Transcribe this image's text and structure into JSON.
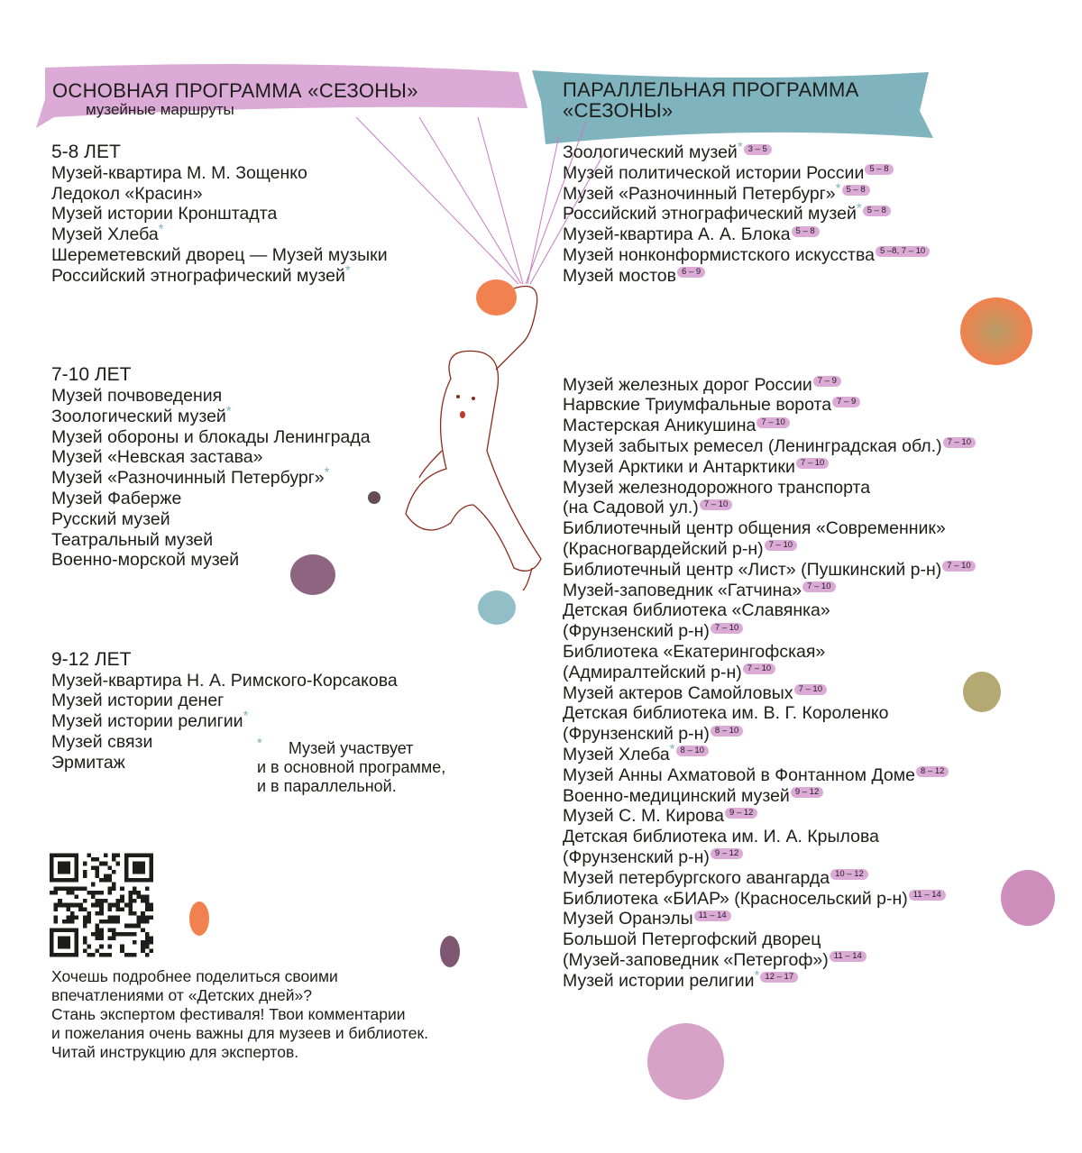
{
  "main_program": {
    "title": "ОСНОВНАЯ ПРОГРАММА «СЕЗОНЫ»",
    "subtitle": "музейные маршруты",
    "sections": [
      {
        "age": "5-8 ЛЕТ",
        "color": "#7fb3bd",
        "items": [
          {
            "name": "Музей-квартира М. М. Зощенко",
            "star": false
          },
          {
            "name": "Ледокол «Красин»",
            "star": false
          },
          {
            "name": "Музей истории Кронштадта",
            "star": false
          },
          {
            "name": "Музей Хлеба",
            "star": true
          },
          {
            "name": "Шереметевский дворец — Музей музыки",
            "star": false
          },
          {
            "name": "Российский этнографический музей",
            "star": true
          }
        ]
      },
      {
        "age": "7-10 ЛЕТ",
        "color": "#ee6b2f",
        "items": [
          {
            "name": "Музей почвоведения",
            "star": false
          },
          {
            "name": "Зоологический музей",
            "star": true
          },
          {
            "name": "Музей обороны и блокады Ленинграда",
            "star": false
          },
          {
            "name": "Музей «Невская застава»",
            "star": false
          },
          {
            "name": "Музей «Разночинный Петербург»",
            "star": true
          },
          {
            "name": "Музей Фаберже",
            "star": false
          },
          {
            "name": "Русский музей",
            "star": false
          },
          {
            "name": "Театральный музей",
            "star": false
          },
          {
            "name": "Военно-морской музей",
            "star": false
          }
        ]
      },
      {
        "age": "9-12 ЛЕТ",
        "color": "#dcaad6",
        "items": [
          {
            "name": "Музей-квартира Н. А. Римского-Корсакова",
            "star": false
          },
          {
            "name": "Музей истории денег",
            "star": false
          },
          {
            "name": "Музей истории религии",
            "star": true
          },
          {
            "name": "Музей связи",
            "star": false
          },
          {
            "name": "Эрмитаж",
            "star": false
          }
        ]
      }
    ]
  },
  "parallel_program": {
    "title_line1": "ПАРАЛЛЕЛЬНАЯ ПРОГРАММА",
    "title_line2": "«СЕЗОНЫ»",
    "groups": [
      [
        {
          "lines": [
            "Зоологический музей"
          ],
          "star": true,
          "ages": "3 – 5"
        },
        {
          "lines": [
            "Музей политической истории России"
          ],
          "star": false,
          "ages": "5 – 8"
        },
        {
          "lines": [
            "Музей «Разночинный Петербург»"
          ],
          "star": true,
          "ages": "5 – 8"
        },
        {
          "lines": [
            "Российский этнографический музей"
          ],
          "star": true,
          "ages": "5 – 8"
        },
        {
          "lines": [
            "Музей-квартира А. А. Блока"
          ],
          "star": false,
          "ages": "5 – 8"
        },
        {
          "lines": [
            "Музей нонконформистского искусства"
          ],
          "star": false,
          "ages": "5 –8, 7 – 10"
        },
        {
          "lines": [
            "Музей мостов"
          ],
          "star": false,
          "ages": "6 – 9"
        }
      ],
      [
        {
          "lines": [
            "Музей железных дорог России"
          ],
          "star": false,
          "ages": "7 – 9"
        },
        {
          "lines": [
            "Нарвские Триумфальные ворота"
          ],
          "star": false,
          "ages": "7 – 9"
        },
        {
          "lines": [
            "Мастерская Аникушина"
          ],
          "star": false,
          "ages": "7 – 10"
        },
        {
          "lines": [
            "Музей забытых ремесел (Ленинградская обл.)"
          ],
          "star": false,
          "ages": "7 – 10"
        },
        {
          "lines": [
            "Музей Арктики и Антарктики"
          ],
          "star": false,
          "ages": "7 – 10"
        },
        {
          "lines": [
            "Музей железнодорожного транспорта",
            "(на Садовой ул.)"
          ],
          "star": false,
          "ages": "7 – 10"
        },
        {
          "lines": [
            "Библиотечный центр общения «Современник»",
            "(Красногвардейский р-н)"
          ],
          "star": false,
          "ages": "7 – 10"
        },
        {
          "lines": [
            "Библиотечный центр «Лист» (Пушкинский р-н)"
          ],
          "star": false,
          "ages": "7 – 10"
        },
        {
          "lines": [
            "Музей-заповедник «Гатчина»"
          ],
          "star": false,
          "ages": "7 – 10"
        },
        {
          "lines": [
            "Детская библиотека «Славянка»",
            "(Фрунзенский р-н)"
          ],
          "star": false,
          "ages": "7 – 10"
        },
        {
          "lines": [
            "Библиотека «Екатерингофская»",
            "(Адмиралтейский р-н)"
          ],
          "star": false,
          "ages": "7 – 10"
        },
        {
          "lines": [
            "Музей актеров Самойловых"
          ],
          "star": false,
          "ages": "7 – 10"
        },
        {
          "lines": [
            "Детская библиотека им. В. Г. Короленко",
            "(Фрунзенский р-н)"
          ],
          "star": false,
          "ages": "8 – 10"
        },
        {
          "lines": [
            "Музей Хлеба"
          ],
          "star": true,
          "ages": "8 – 10"
        },
        {
          "lines": [
            "Музей Анны Ахматовой в Фонтанном Доме"
          ],
          "star": false,
          "ages": "8 – 12"
        },
        {
          "lines": [
            "Военно-медицинский музей"
          ],
          "star": false,
          "ages": "9 – 12"
        },
        {
          "lines": [
            "Музей С. М. Кирова"
          ],
          "star": false,
          "ages": "9 – 12"
        },
        {
          "lines": [
            "Детская библиотека им. И. А. Крылова",
            "(Фрунзенский р-н)"
          ],
          "star": false,
          "ages": "9 – 12"
        },
        {
          "lines": [
            "Музей петербургского авангарда"
          ],
          "star": false,
          "ages": "10 – 12"
        },
        {
          "lines": [
            "Библиотека «БИАР» (Красносельский р-н)"
          ],
          "star": false,
          "ages": "11 – 14"
        },
        {
          "lines": [
            "Музей Оранэлы"
          ],
          "star": false,
          "ages": "11 – 14"
        },
        {
          "lines": [
            "Большой Петергофский дворец",
            "(Музей-заповедник «Петергоф»)"
          ],
          "star": false,
          "ages": "11 – 14"
        },
        {
          "lines": [
            "Музей истории религии"
          ],
          "star": true,
          "ages": "12 – 17"
        }
      ]
    ]
  },
  "footnote": {
    "star": "*",
    "line1": "Музей участвует",
    "line2": "и в основной программе,",
    "line3": "и в параллельной."
  },
  "footer": {
    "lines": [
      "Хочешь подробнее поделиться своими",
      "впечатлениями от «Детских дней»?",
      "Стань экспертом фестиваля! Твои комментарии",
      "и пожелания очень важны для музеев и библиотек.",
      "Читай инструкцию для экспертов."
    ]
  },
  "colors": {
    "pink": "#dcaad6",
    "teal": "#7fb3bd",
    "orange": "#ee6b2f",
    "star": "#7fb3bd"
  }
}
